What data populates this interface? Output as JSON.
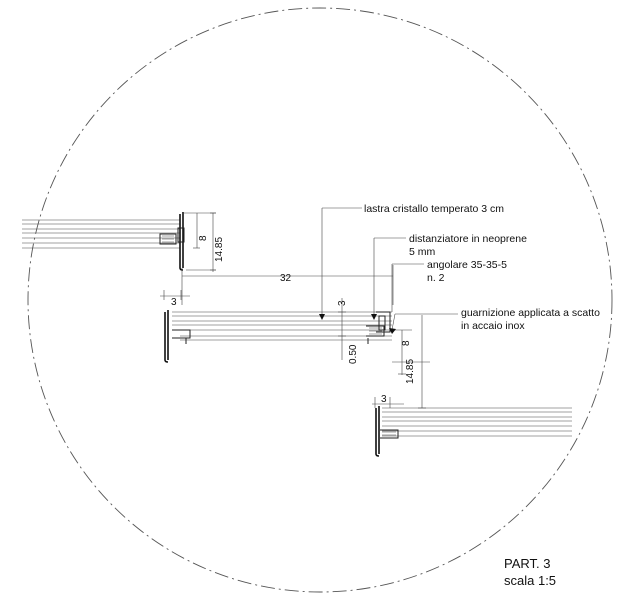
{
  "labels": {
    "glass": "lastra cristallo temperato 3 cm",
    "spacer_line1": "distanziatore in neoprene",
    "spacer_line2": "5 mm",
    "angle_line1": "angolare 35-35-5",
    "angle_line2": "n. 2",
    "gasket_line1": "guarnizione applicata a scatto",
    "gasket_line2": "in accaio inox"
  },
  "dimensions": {
    "d_8_top": "8",
    "d_14_85_top": "14.85",
    "d_32": "32",
    "d_3_left": "3",
    "d_3_mid": "3",
    "d_0_50": "0.50",
    "d_8_mid": "8",
    "d_14_85_mid": "14.85",
    "d_3_bottom": "3"
  },
  "title_block": {
    "part": "PART. 3",
    "scale": "scala 1:5"
  }
}
